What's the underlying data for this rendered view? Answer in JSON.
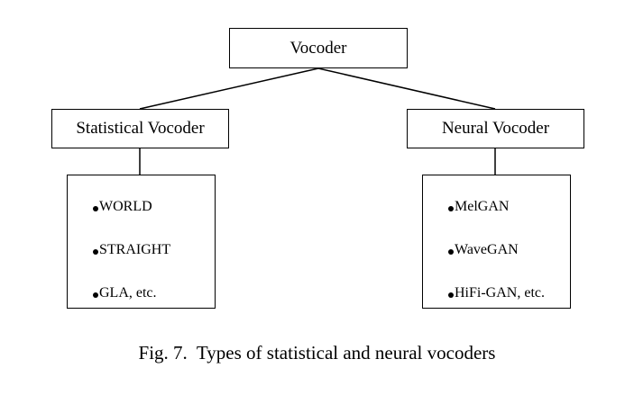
{
  "diagram": {
    "root": {
      "label": "Vocoder"
    },
    "branches": [
      {
        "label": "Statistical Vocoder",
        "items": [
          "WORLD",
          "STRAIGHT",
          "GLA, etc."
        ]
      },
      {
        "label": "Neural Vocoder",
        "items": [
          "MelGAN",
          "WaveGAN",
          "HiFi-GAN, etc."
        ]
      }
    ]
  },
  "caption": "Fig. 7.  Types of statistical and neural vocoders"
}
